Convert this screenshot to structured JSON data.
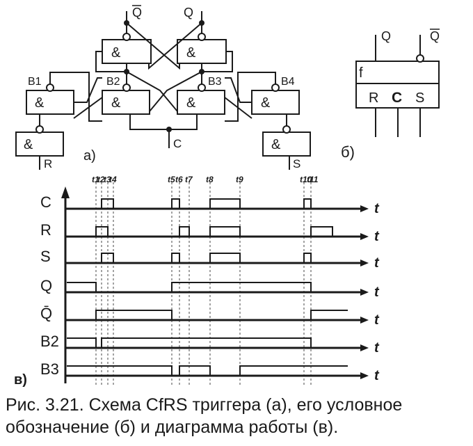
{
  "diagram_a": {
    "label": "а)",
    "gate_symbol": "&",
    "out_qbar": "Q",
    "out_q": "Q",
    "b1": "B1",
    "b2": "B2",
    "b3": "B3",
    "b4": "B4",
    "input_r": "R",
    "input_c": "C",
    "input_s": "S"
  },
  "diagram_b": {
    "label": "б)",
    "out_q": "Q",
    "out_qbar": "Q",
    "f": "f",
    "r": "R",
    "c": "C",
    "s": "S"
  },
  "timing": {
    "label": "в)",
    "axis_label": "t",
    "time_marks": [
      "t1",
      "t2",
      "t3",
      "t4",
      "t5",
      "t6",
      "t7",
      "t8",
      "t9",
      "t10",
      "t11"
    ],
    "signals": [
      {
        "name": "C",
        "initial": 0,
        "transitions": [
          [
            2,
            1
          ],
          [
            4,
            0
          ],
          [
            5,
            1
          ],
          [
            6,
            0
          ],
          [
            8,
            1
          ],
          [
            9,
            0
          ],
          [
            10,
            1
          ],
          [
            11,
            0
          ]
        ]
      },
      {
        "name": "R",
        "initial": 0,
        "transitions": [
          [
            1,
            1
          ],
          [
            3,
            0
          ],
          [
            6,
            1
          ],
          [
            7,
            0
          ],
          [
            8,
            1
          ],
          [
            9,
            0
          ],
          [
            11,
            1
          ],
          [
            12,
            0
          ]
        ]
      },
      {
        "name": "S",
        "initial": 0,
        "transitions": [
          [
            2,
            1
          ],
          [
            4,
            0
          ],
          [
            5,
            1
          ],
          [
            6,
            0
          ],
          [
            8,
            1
          ],
          [
            9,
            0
          ],
          [
            10,
            1
          ],
          [
            11,
            0
          ]
        ]
      },
      {
        "name": "Q",
        "initial": 1,
        "transitions": [
          [
            1,
            0
          ],
          [
            5,
            1
          ],
          [
            11,
            0
          ]
        ]
      },
      {
        "name": "Q̄",
        "initial": 0,
        "transitions": [
          [
            1,
            1
          ],
          [
            5,
            0
          ],
          [
            11,
            1
          ]
        ]
      },
      {
        "name": "B2",
        "initial": 1,
        "transitions": [
          [
            1,
            0
          ],
          [
            2,
            1
          ],
          [
            11,
            0
          ]
        ]
      },
      {
        "name": "B3",
        "initial": 1,
        "transitions": [
          [
            5,
            0
          ],
          [
            6,
            1
          ],
          [
            8,
            0
          ],
          [
            9,
            1
          ]
        ]
      }
    ]
  },
  "caption": {
    "line1": "Рис. 3.21. Схема CfRS триггера (а), его условное",
    "line2": "обозначение (б) и диаграмма работы (в)."
  }
}
